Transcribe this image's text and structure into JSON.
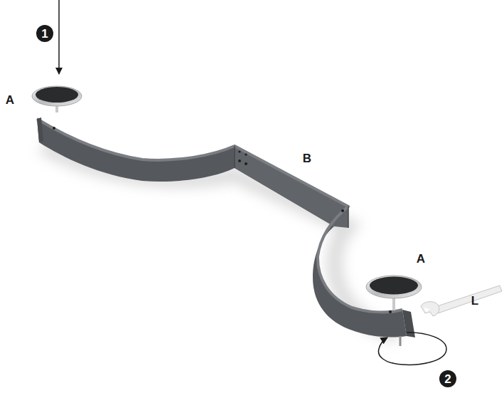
{
  "diagram": {
    "labels": [
      "1",
      "A",
      "B",
      "A",
      "L",
      "2"
    ]
  }
}
